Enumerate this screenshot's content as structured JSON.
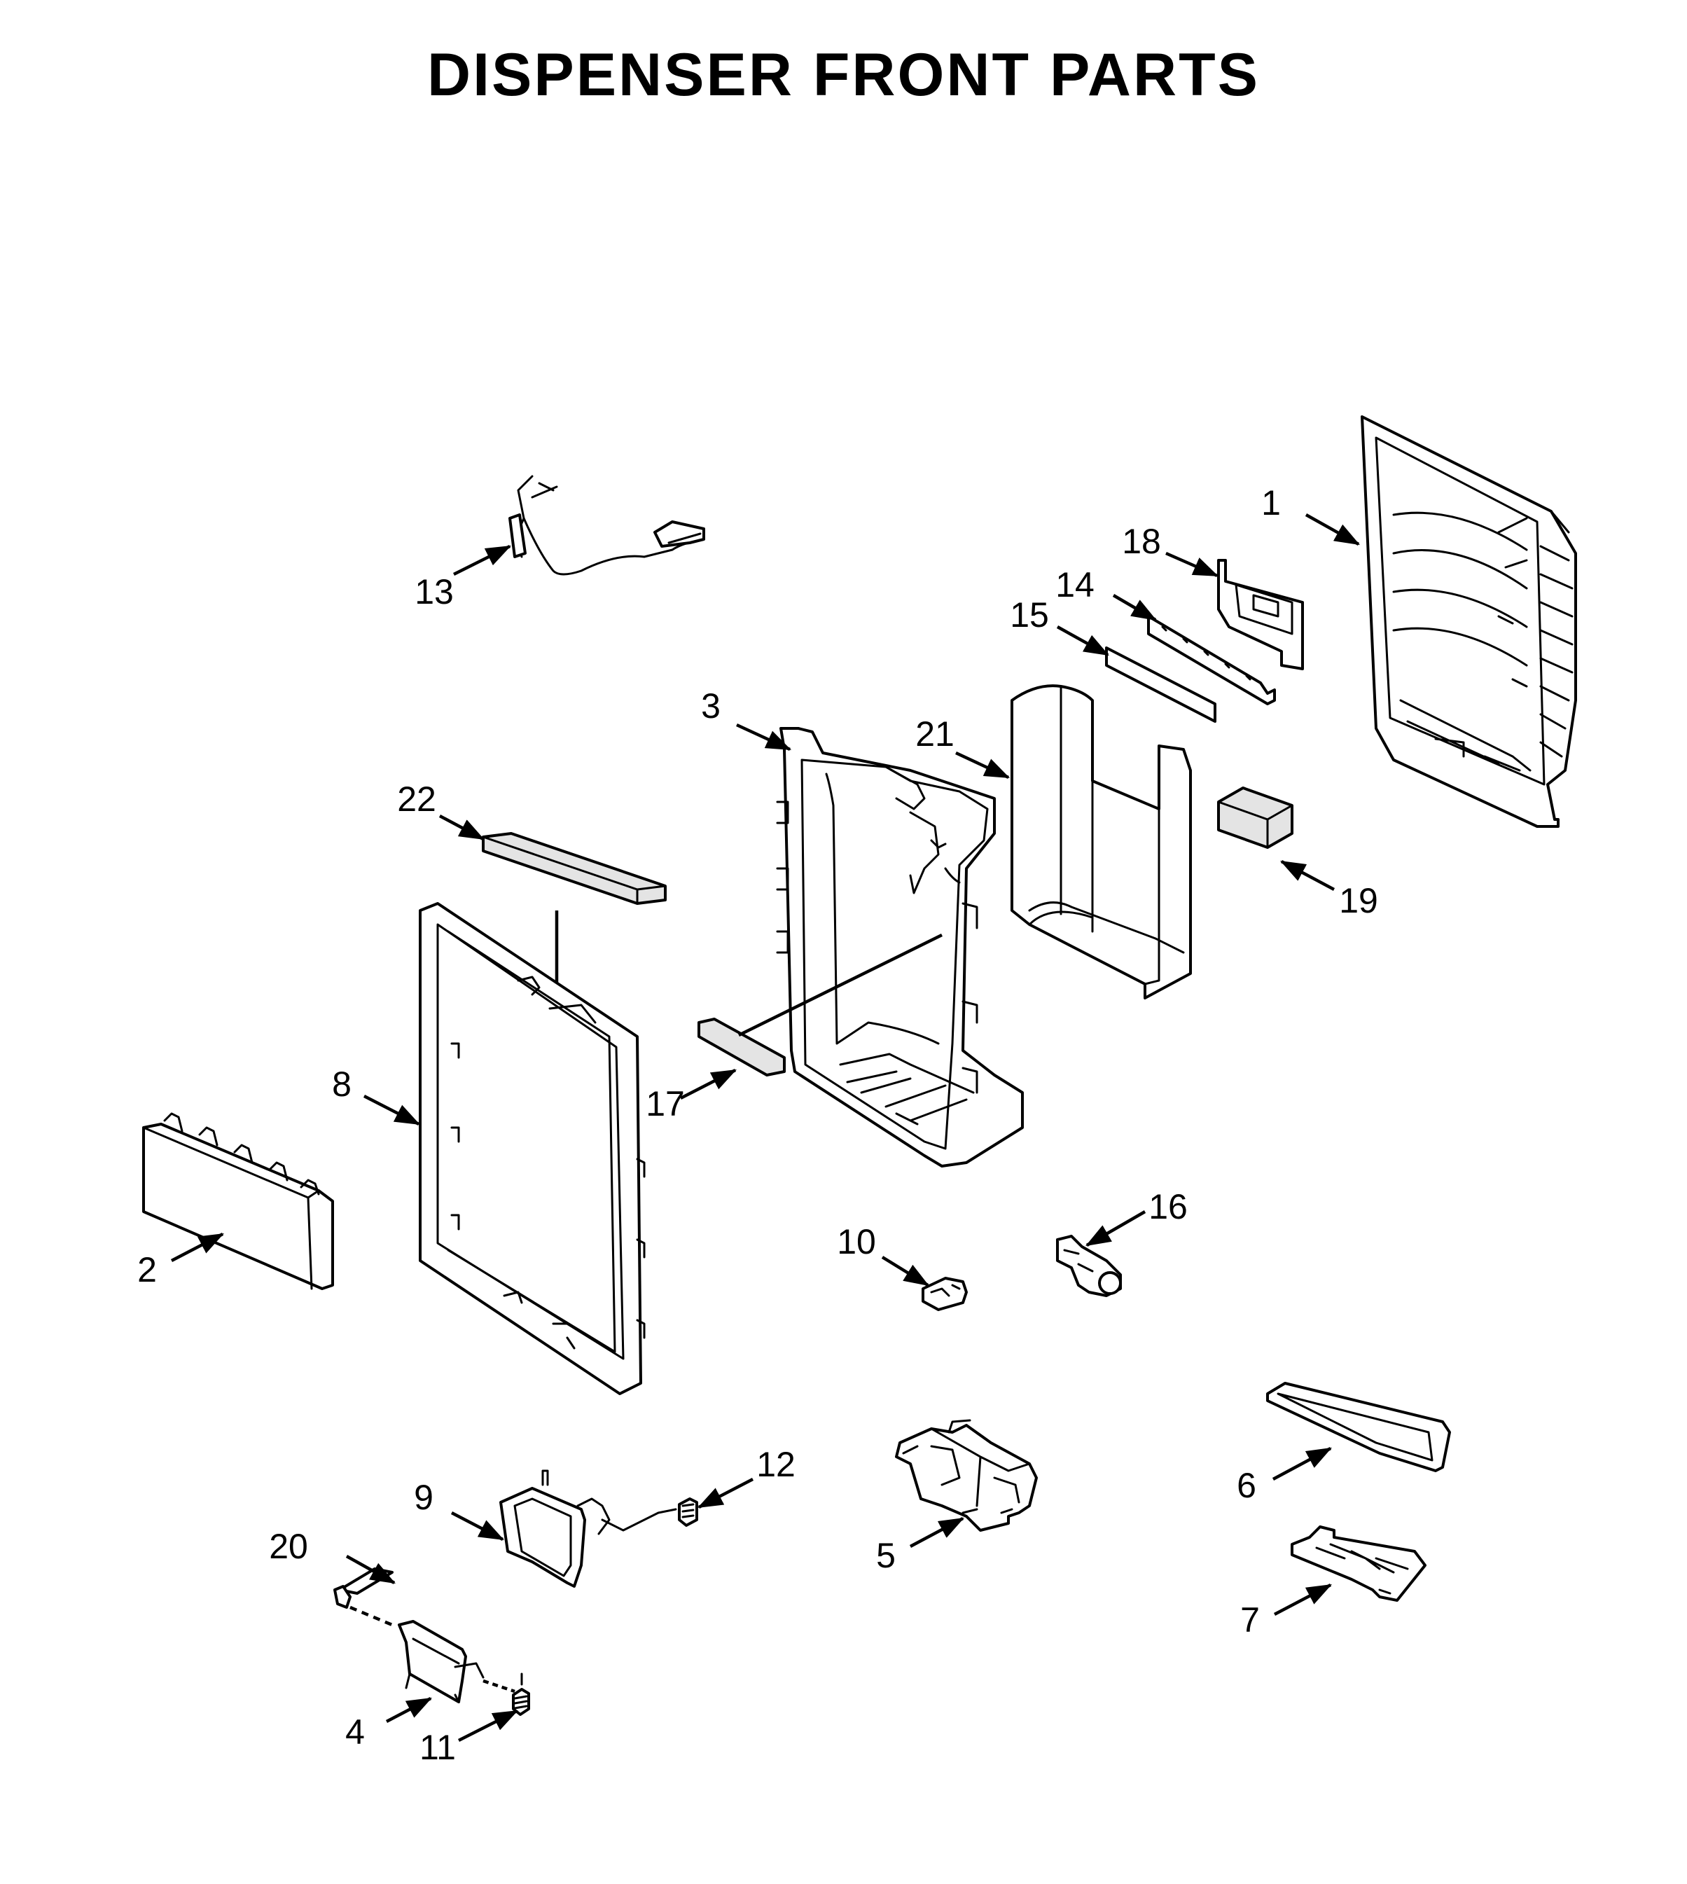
{
  "title": "DISPENSER FRONT PARTS",
  "callouts": [
    {
      "id": "1",
      "label": "1"
    },
    {
      "id": "2",
      "label": "2"
    },
    {
      "id": "3",
      "label": "3"
    },
    {
      "id": "4",
      "label": "4"
    },
    {
      "id": "5",
      "label": "5"
    },
    {
      "id": "6",
      "label": "6"
    },
    {
      "id": "7",
      "label": "7"
    },
    {
      "id": "8",
      "label": "8"
    },
    {
      "id": "9",
      "label": "9"
    },
    {
      "id": "10",
      "label": "10"
    },
    {
      "id": "11",
      "label": "11"
    },
    {
      "id": "12",
      "label": "12"
    },
    {
      "id": "13",
      "label": "13"
    },
    {
      "id": "14",
      "label": "14"
    },
    {
      "id": "15",
      "label": "15"
    },
    {
      "id": "16",
      "label": "16"
    },
    {
      "id": "17",
      "label": "17"
    },
    {
      "id": "18",
      "label": "18"
    },
    {
      "id": "19",
      "label": "19"
    },
    {
      "id": "20",
      "label": "20"
    },
    {
      "id": "21",
      "label": "21"
    },
    {
      "id": "22",
      "label": "22"
    }
  ]
}
